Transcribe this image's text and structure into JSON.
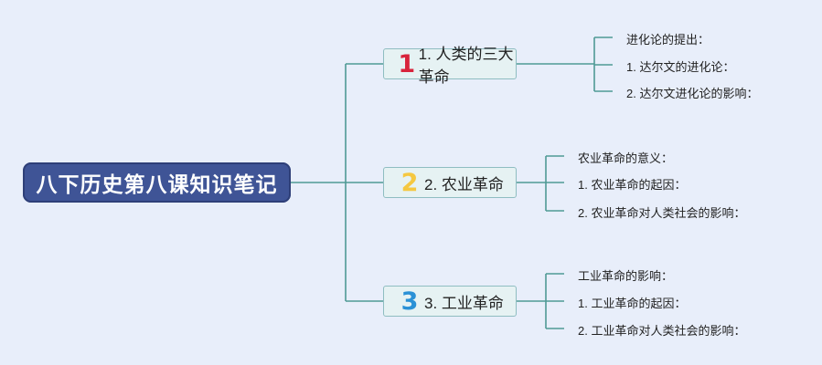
{
  "root": {
    "title": "八下历史第八课知识笔记"
  },
  "branches": [
    {
      "number": "1",
      "label": "1. 人类的三大革命",
      "color": "#d8243c",
      "children": [
        "进化论的提出：",
        "1. 达尔文的进化论：",
        "2. 达尔文进化论的影响："
      ]
    },
    {
      "number": "2",
      "label": "2. 农业革命",
      "color": "#f5c841",
      "children": [
        "农业革命的意义：",
        "1. 农业革命的起因：",
        "2. 农业革命对人类社会的影响："
      ]
    },
    {
      "number": "3",
      "label": "3. 工业革命",
      "color": "#2a91d6",
      "children": [
        "工业革命的影响：",
        "1. 工业革命的起因：",
        "2. 工业革命对人类社会的影响："
      ]
    }
  ],
  "colors": {
    "connector": "#4f9a95",
    "root_fill": "#3f5496",
    "branch_fill": "#e6f2f3"
  }
}
